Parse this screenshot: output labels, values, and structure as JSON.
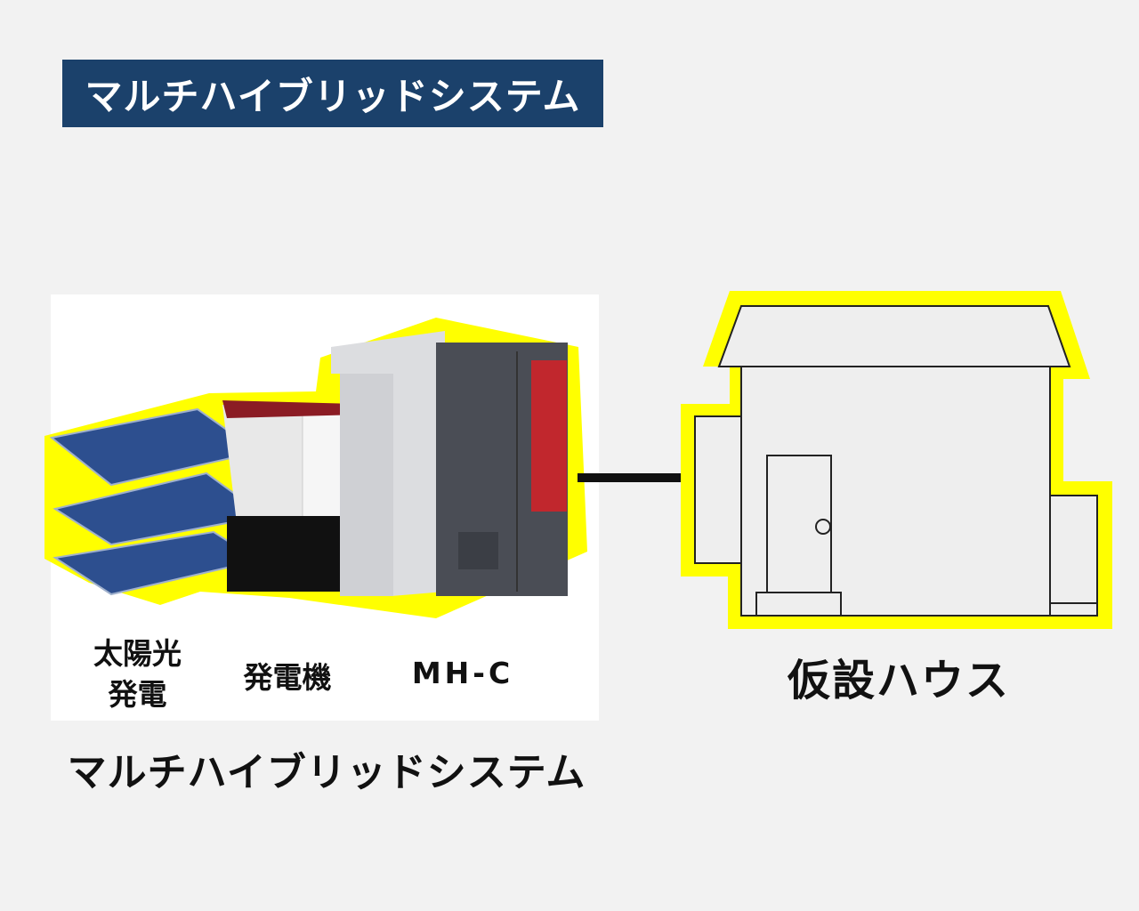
{
  "header": {
    "title": "マルチハイブリッドシステム"
  },
  "labels": {
    "solar_line1": "太陽光",
    "solar_line2": "発電",
    "generator": "発電機",
    "mhc": "MH-C",
    "house": "仮設ハウス",
    "system": "マルチハイブリッドシステム"
  },
  "colors": {
    "title_bg": "#1b416b",
    "highlight": "#ffff00",
    "background": "#f2f2f2"
  }
}
